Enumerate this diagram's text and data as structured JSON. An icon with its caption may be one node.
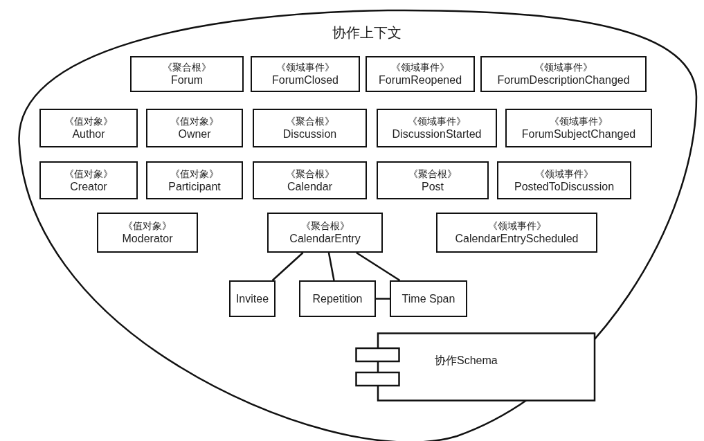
{
  "diagram": {
    "nodes": [
      {
        "text": [
          "协作上下文"
        ]
      },
      {
        "text": [
          "《聚合根》",
          "Forum"
        ],
        "in": 0
      },
      {
        "text": [
          "《领域事件》",
          "ForumClosed"
        ],
        "in": 0
      },
      {
        "text": [
          "《领域事件》",
          "ForumReopened"
        ],
        "in": 0
      },
      {
        "text": [
          "《领域事件》",
          "ForumDescriptionChanged"
        ],
        "in": 0
      },
      {
        "text": [
          "《值对象》",
          "Author"
        ],
        "in": 0
      },
      {
        "text": [
          "《值对象》",
          "Owner"
        ],
        "in": 0
      },
      {
        "text": [
          "《聚合根》",
          "Discussion"
        ],
        "in": 0
      },
      {
        "text": [
          "《领域事件》",
          "DiscussionStarted"
        ],
        "in": 0
      },
      {
        "text": [
          "《领域事件》",
          "ForumSubjectChanged"
        ],
        "in": 0
      },
      {
        "text": [
          "《值对象》",
          "Creator"
        ],
        "in": 0
      },
      {
        "text": [
          "《值对象》",
          "Participant"
        ],
        "in": 0
      },
      {
        "text": [
          "《聚合根》",
          "Calendar"
        ],
        "in": 0
      },
      {
        "text": [
          "《聚合根》",
          "Post"
        ],
        "in": 0
      },
      {
        "text": [
          "《领域事件》",
          "PostedToDiscussion"
        ],
        "in": 0
      },
      {
        "text": [
          "《值对象》",
          "Moderator"
        ],
        "in": 0
      },
      {
        "text": [
          "《聚合根》",
          "CalendarEntry"
        ],
        "in": 0
      },
      {
        "text": [
          "《领域事件》",
          "CalendarEntryScheduled"
        ],
        "in": 0
      },
      {
        "text": [
          "Invitee"
        ],
        "in": 0
      },
      {
        "text": [
          "Repetition"
        ],
        "in": 0
      },
      {
        "text": [
          "Time Span"
        ],
        "in": 0
      },
      {
        "text": [
          "协作Schema"
        ],
        "in": 0
      }
    ],
    "edges": [
      {
        "from": 16,
        "to": 18,
        "arrow": "none"
      },
      {
        "from": 16,
        "to": 19,
        "arrow": "none"
      },
      {
        "from": 16,
        "to": 20,
        "arrow": "none"
      },
      {
        "from": 19,
        "to": 20,
        "arrow": "none"
      }
    ]
  }
}
